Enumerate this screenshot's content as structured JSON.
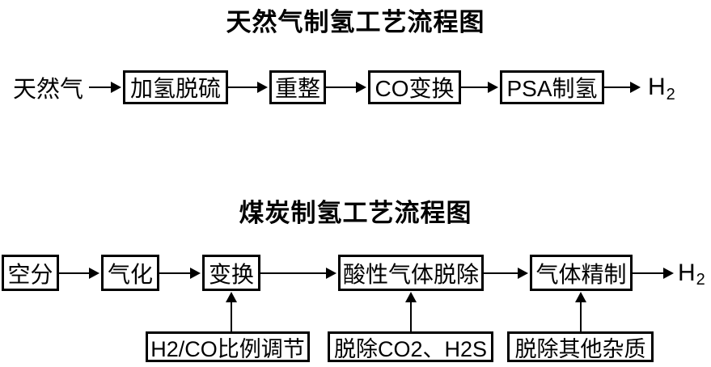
{
  "colors": {
    "background": "#ffffff",
    "line": "#000000",
    "text": "#000000"
  },
  "charts": [
    {
      "title": "天然气制氢工艺流程图",
      "source_label": "天然气",
      "boxes": [
        "加氢脱硫",
        "重整",
        "CO变换",
        "PSA制氢"
      ],
      "product_base": "H",
      "product_sub": "2",
      "flow_sequence": "天然气 → 加氢脱硫 → 重整 → CO变换 → PSA制氢 → H2"
    },
    {
      "title": "煤炭制氢工艺流程图",
      "boxes": [
        "空分",
        "气化",
        "变换",
        "酸性气体脱除",
        "气体精制"
      ],
      "product_base": "H",
      "product_sub": "2",
      "flow_sequence": "空分 → 气化 → 变换 → 酸性气体脱除 → 气体精制 → H2",
      "annotations": [
        {
          "text": "H2/CO比例调节",
          "points_to": "变换"
        },
        {
          "text": "脱除CO2、H2S",
          "points_to": "酸性气体脱除"
        },
        {
          "text": "脱除其他杂质",
          "points_to": "气体精制"
        }
      ]
    }
  ]
}
